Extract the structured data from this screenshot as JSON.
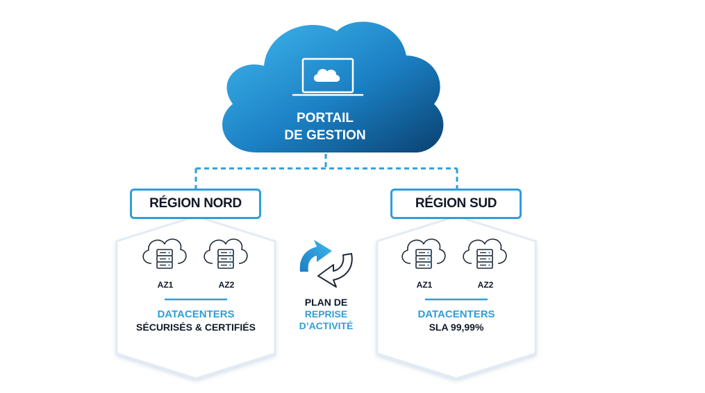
{
  "portal": {
    "line1": "PORTAIL",
    "line2": "DE GESTION",
    "icon": "laptop-cloud-icon"
  },
  "regions": {
    "north": {
      "title": "RÉGION NORD",
      "az1": "AZ1",
      "az2": "AZ2",
      "datacenters": "DATACENTERS",
      "subtitle": "SÉCURISÉS & CERTIFIÉS"
    },
    "south": {
      "title": "RÉGION SUD",
      "az1": "AZ1",
      "az2": "AZ2",
      "datacenters": "DATACENTERS",
      "subtitle": "SLA 99,99%"
    }
  },
  "pra": {
    "line1": "PLAN DE",
    "line2": "REPRISE",
    "line3": "D’ACTIVITÉ",
    "icon": "sync-arrows-icon"
  },
  "colors": {
    "accent": "#2c9fd9",
    "cloud_light": "#39b3ea",
    "cloud_dark": "#0b4a7a",
    "text_dark": "#111827",
    "hexagon_border": "#e3ebf5"
  }
}
